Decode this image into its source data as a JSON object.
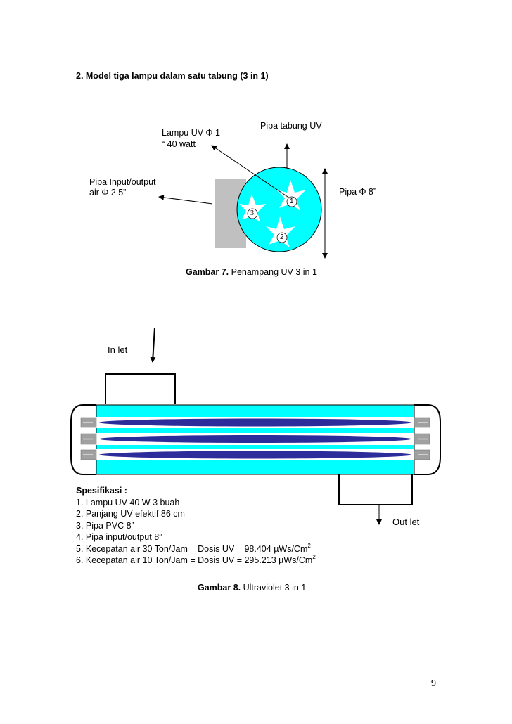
{
  "section": {
    "title": "2.  Model tiga lampu dalam satu tabung (3 in 1)"
  },
  "figure7": {
    "label_lamp_line1": "Lampu UV Φ 1",
    "label_lamp_line2": "“ 40 watt",
    "label_tube": "Pipa tabung UV",
    "label_io_line1": "Pipa Input/output",
    "label_io_line2": "air Φ 2.5”",
    "label_pipe": "Pipa Φ 8”",
    "lamp_numbers": [
      "1",
      "2",
      "3"
    ],
    "caption_bold": "Gambar 7.",
    "caption_text": " Penampang UV 3 in 1"
  },
  "figure8": {
    "label_inlet": "In let",
    "label_outlet": "Out let",
    "caption_bold": "Gambar 8.",
    "caption_text": "  Ultraviolet 3 in 1"
  },
  "specs": {
    "heading": "Spesifikasi :",
    "items": [
      "1. Lampu UV 40 W 3 buah",
      "2. Panjang UV efektif 86 cm",
      "3. Pipa PVC 8”",
      "4. Pipa input/output 8”"
    ],
    "item5_main": "5. Kecepatan air 30 Ton/Jam = Dosis UV =   98.404 µWs/Cm",
    "item5_sup": "2",
    "item6_main": "6. Kecepatan air 10 Ton/Jam = Dosis UV = 295.213 µWs/Cm",
    "item6_sup": "2"
  },
  "page": {
    "number": "9"
  },
  "colors": {
    "cyan": "#00ffff",
    "lamp_blue": "#2c2c9a",
    "gray_box": "#c0c0c0"
  }
}
